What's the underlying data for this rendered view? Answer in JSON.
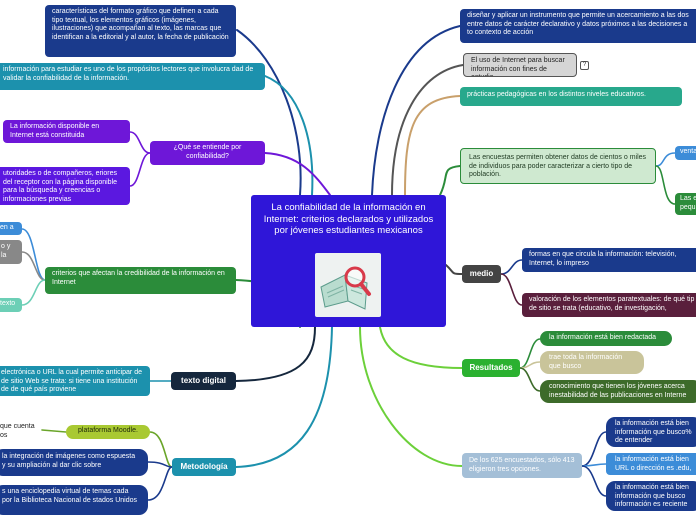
{
  "central": {
    "title": "La confiabilidad de la información en Internet: criterios declarados y utilizados por jóvenes estudiantes mexicanos",
    "image_icon": "book-magnifier-icon"
  },
  "left": {
    "caracteristicas": "características  del formato gráfico que definen a cada tipo textual, los elementos gráficos (imágenes, ilustraciones) que acompañan al texto, las marcas que identifican a la editorial y al autor, la fecha de publicación",
    "proposito": "información para estudiar es uno de los propósitos lectores que involucra dad de validar la confiabilidad de la información.",
    "que_se_entiende": "¿Qué se entiende por confiabilidad?",
    "informacion_constituida": "La información disponible en Internet está constituida",
    "autoridades": "utoridades o de compañeros, eriores del receptor con la página disponible para la búsqueda y creencias o informaciones previas",
    "criterios": "criterios que afectan la credibilidad de la información en Internet",
    "frag_en_a": "en a",
    "frag_o_y_la": "o y la",
    "frag_texto": "texto",
    "texto_digital": "texto digital",
    "direccion": "electrónica o URL la cual permite anticipar de de sitio Web se trata: si tiene una institución de de qué país proviene",
    "metodologia": "Metodología",
    "plataforma": "plataforma Moodle.",
    "que_cuenta": "que cuenta os",
    "integracion": "la integración de imágenes como espuesta y su ampliación al dar clic sobre",
    "enciclopedia": "s una enciclopedia virtual de temas cada por la Biblioteca Nacional de stados Unidos"
  },
  "right": {
    "disenar": "diseñar y aplicar un instrumento que permite un acercamiento a las dos entre datos de carácter declarativo y datos próximos a las decisiones a to contexto de acción",
    "uso_internet": "El uso de Internet para buscar información con fines de estudio",
    "badge_glyph": "?",
    "practicas": "prácticas pedagógicas en los distintos niveles educativos.",
    "encuestas": "Las encuestas permiten obtener datos de cientos o miles de individuos para poder caracterizar a cierto tipo de población.",
    "ventajas": "venta",
    "las_peq": "Las e pequ",
    "medio": "medio",
    "formas": "formas en que circula la información: televisión, Internet, lo impreso",
    "valoracion": "valoración de los elementos paratextuales: de qué tip de sitio se trata (educativo, de investigación,",
    "resultados": "Resultados",
    "bien_redactada": "la información está bien redactada",
    "trae_toda": "trae toda la información que busco",
    "conocimiento": "conocimiento que tienen los jóvenes acerca inestabilidad de las publicaciones en Interne",
    "encuestados": "De los 625 encuestados, sólo 413 eligieron tres opciones.",
    "bien_1": "la información está bien información que busco% de entender",
    "bien_2": "la información está bien URL o dirección es .edu,",
    "bien_3": "la información está bien información que busco información es  reciente"
  }
}
